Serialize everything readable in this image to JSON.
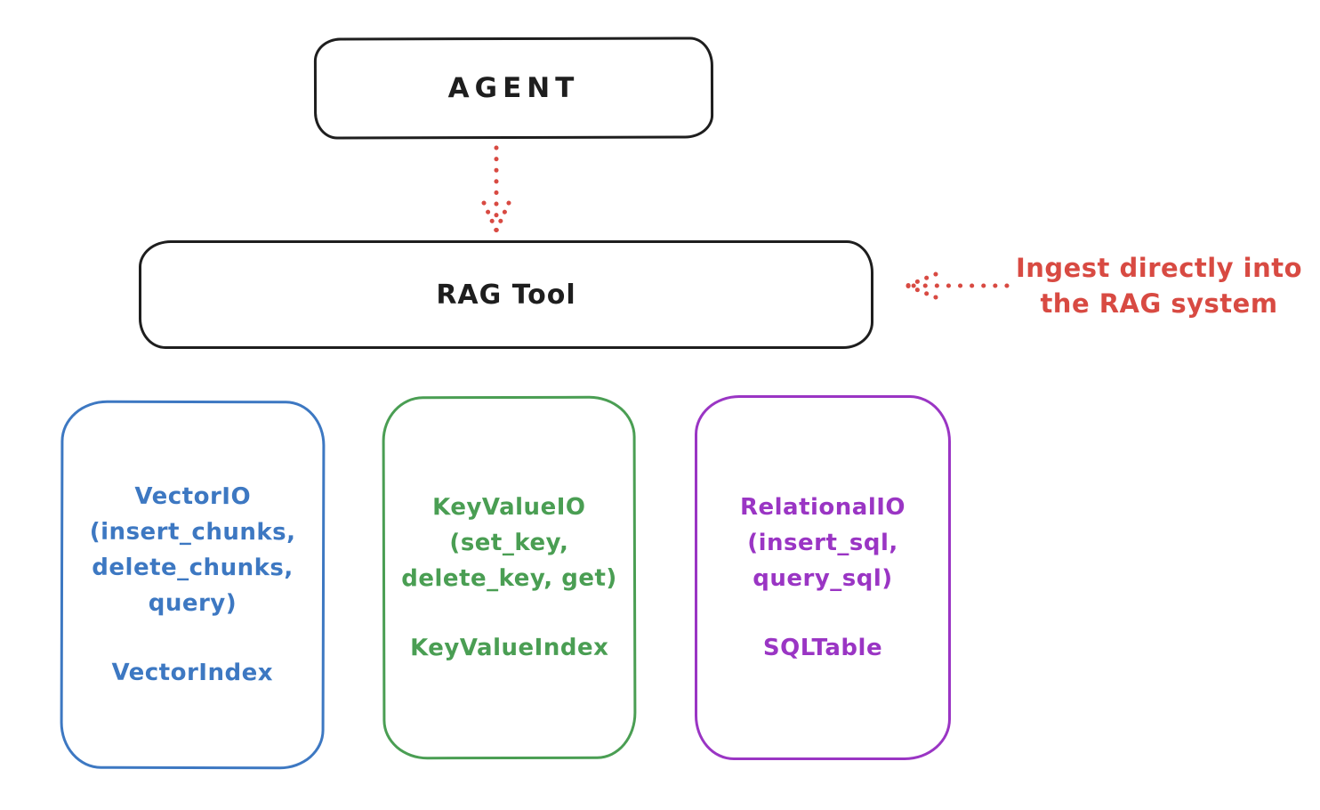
{
  "diagram": {
    "agent": {
      "label": "AGENT"
    },
    "rag_tool": {
      "label": "RAG Tool"
    },
    "annotation": {
      "line1": "Ingest directly into",
      "line2": "the RAG system"
    },
    "backends": [
      {
        "name": "vector-io",
        "color": "#3d78c2",
        "lines": [
          "VectorIO",
          "(insert_chunks,",
          "delete_chunks,",
          "query)"
        ],
        "index_label": "VectorIndex"
      },
      {
        "name": "keyvalue-io",
        "color": "#4a9e53",
        "lines": [
          "KeyValueIO",
          "(set_key,",
          "delete_key, get)"
        ],
        "index_label": "KeyValueIndex"
      },
      {
        "name": "relational-io",
        "color": "#9a35c4",
        "lines": [
          "RelationalIO",
          "(insert_sql,",
          "query_sql)"
        ],
        "index_label": "SQLTable"
      }
    ],
    "colors": {
      "stroke": "#1e1e1e",
      "accent_red": "#d84a42",
      "background": "#ffffff"
    }
  }
}
